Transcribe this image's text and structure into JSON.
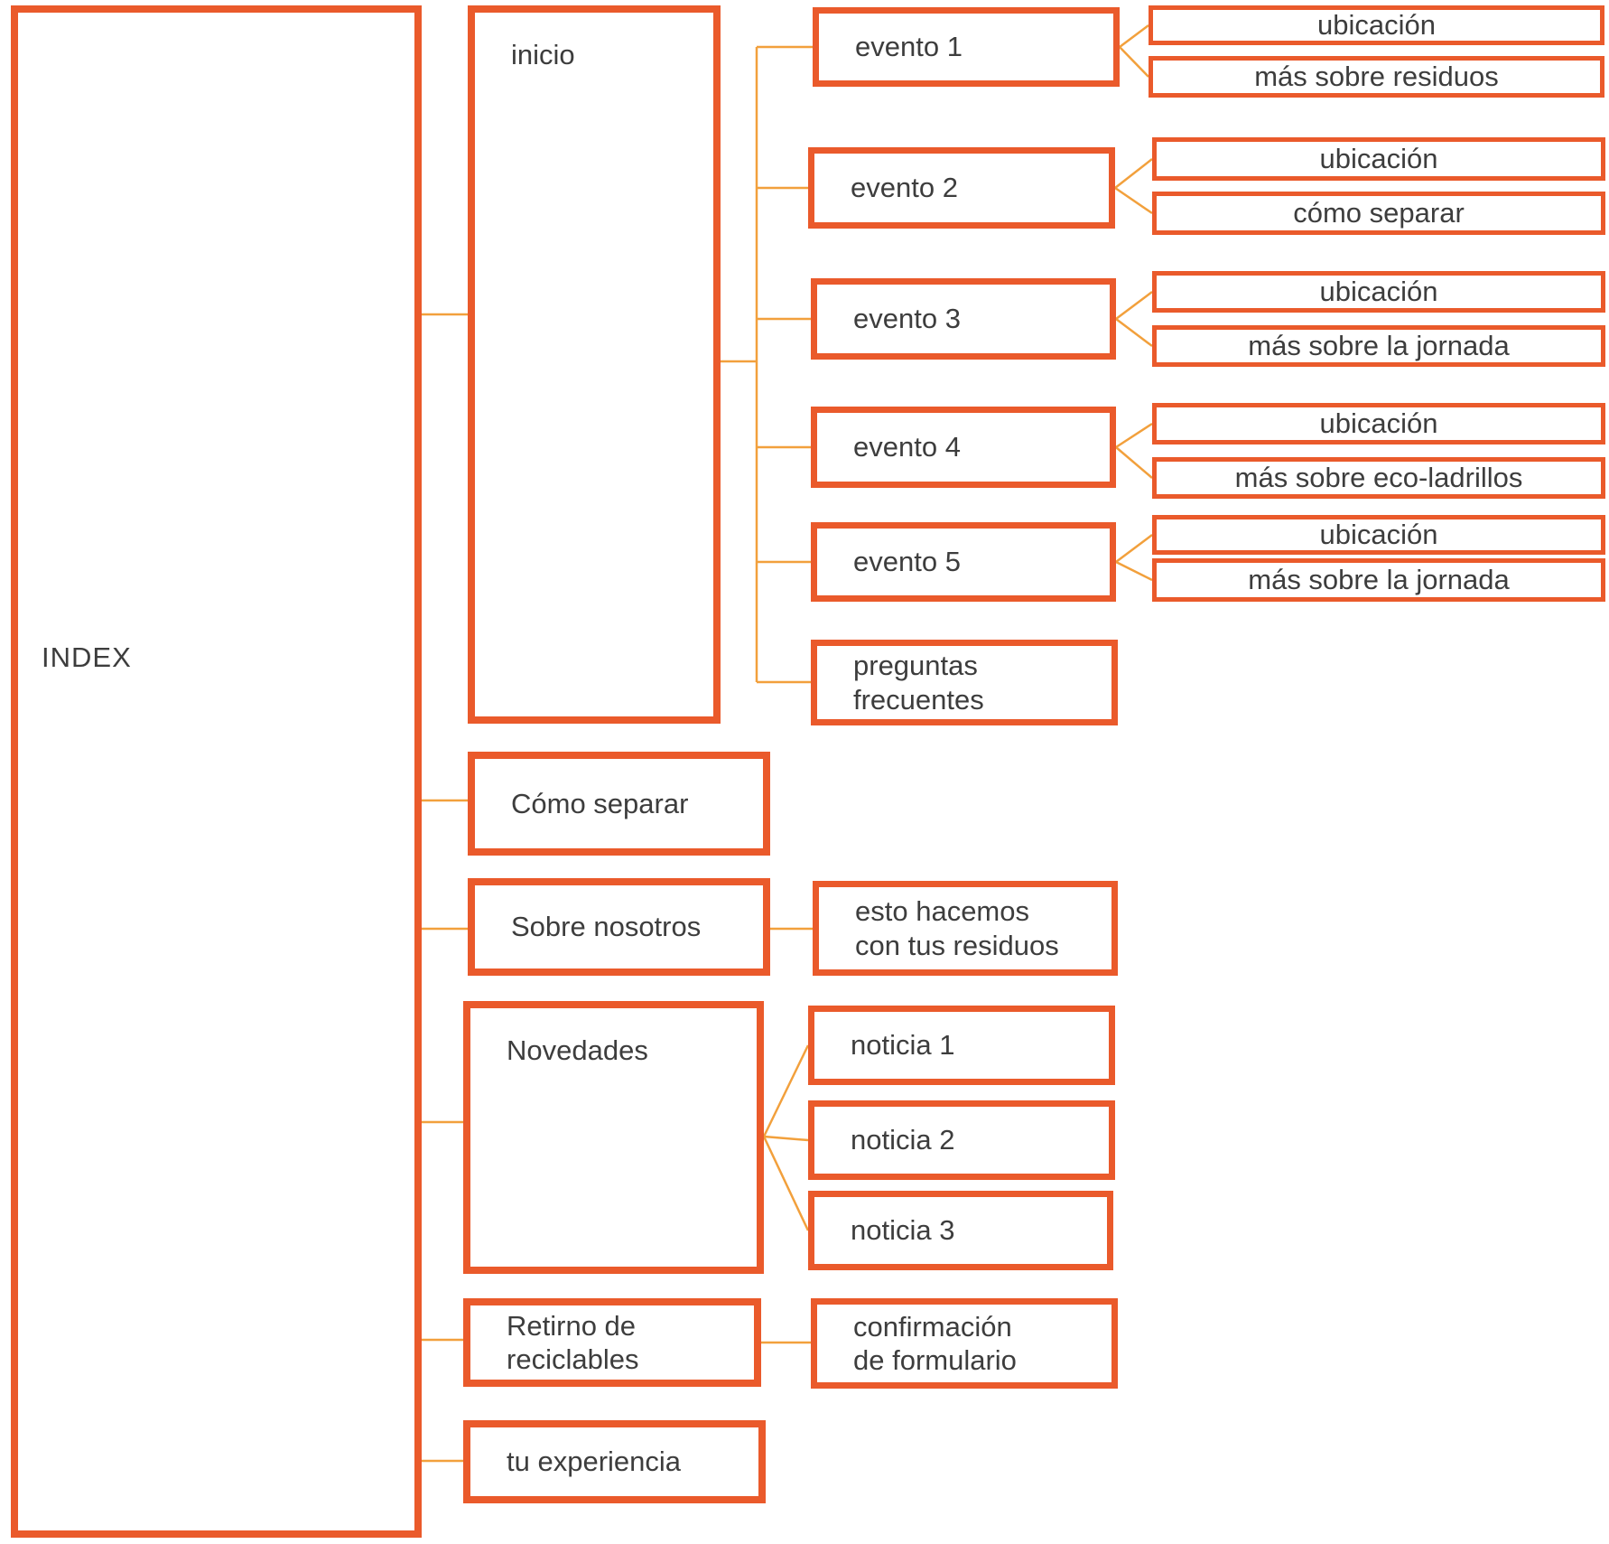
{
  "diagram": {
    "type": "sitemap-tree",
    "root_label": "INDEX"
  },
  "colors": {
    "box_border": "#EA5A2B",
    "connector": "#F2A03C",
    "text": "#3D3D3D",
    "background": "#FFFFFF"
  },
  "nodes": {
    "index": "INDEX",
    "inicio": "inicio",
    "como_separar": "Cómo separar",
    "sobre_nosotros": "Sobre nosotros",
    "novedades": "Novedades",
    "retiro_de_reciclables": "Retirno de\nreciclables",
    "tu_experiencia": "tu experiencia",
    "evento1": "evento 1",
    "evento2": "evento 2",
    "evento3": "evento 3",
    "evento4": "evento 4",
    "evento5": "evento 5",
    "preguntas_frecuentes": "preguntas\nfrecuentes",
    "esto_hacemos": "esto hacemos\ncon tus residuos",
    "noticia1": "noticia 1",
    "noticia2": "noticia 2",
    "noticia3": "noticia 3",
    "confirmacion_formulario": "confirmación\nde formulario",
    "evento1_ubicacion": "ubicación",
    "evento1_detalle": "más sobre residuos",
    "evento2_ubicacion": "ubicación",
    "evento2_detalle": "cómo separar",
    "evento3_ubicacion": "ubicación",
    "evento3_detalle": "más sobre la jornada",
    "evento4_ubicacion": "ubicación",
    "evento4_detalle": "más sobre eco-ladrillos",
    "evento5_ubicacion": "ubicación",
    "evento5_detalle": "más sobre la jornada"
  }
}
